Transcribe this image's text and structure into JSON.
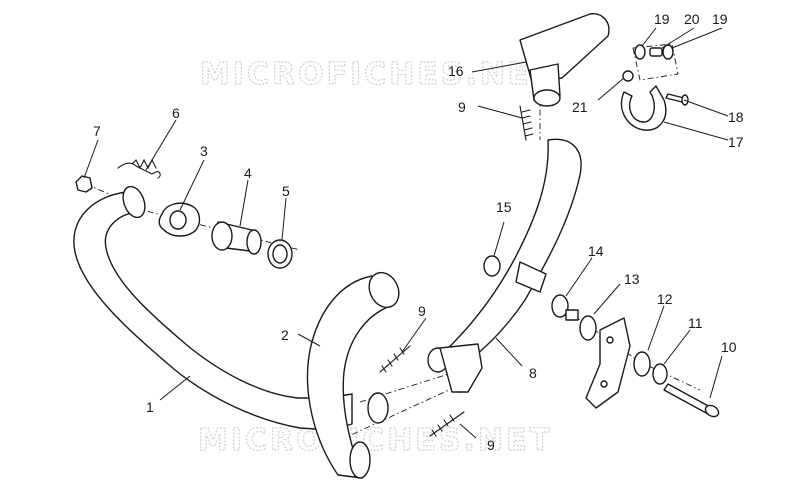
{
  "watermark": {
    "top": "MICROFICHES.NET",
    "bottom": "MICROFICHES.NET"
  },
  "callouts": {
    "c1": "1",
    "c2": "2",
    "c3": "3",
    "c4": "4",
    "c5": "5",
    "c6": "6",
    "c7": "7",
    "c8": "8",
    "c9a": "9",
    "c9b": "9",
    "c9c": "9",
    "c10": "10",
    "c11": "11",
    "c12": "12",
    "c13": "13",
    "c14": "14",
    "c15": "15",
    "c16": "16",
    "c17": "17",
    "c18": "18",
    "c19a": "19",
    "c19b": "19",
    "c20": "20",
    "c21": "21"
  }
}
